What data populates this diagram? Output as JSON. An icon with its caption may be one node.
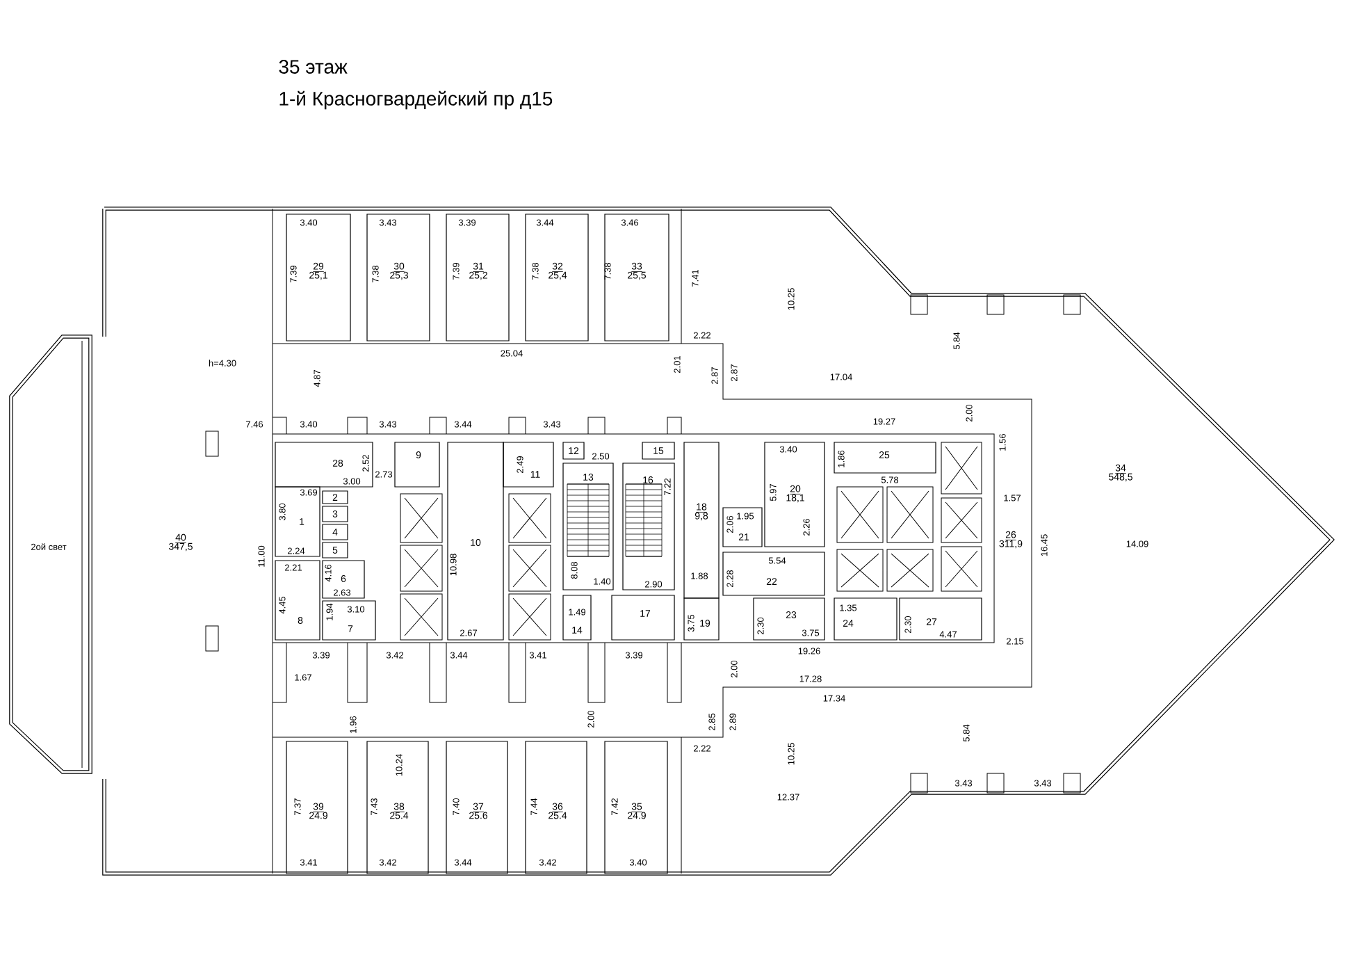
{
  "diagram": {
    "title": "35 этаж",
    "nodes": [
      {
        "text": [
          "29",
          "25,1"
        ]
      },
      {
        "text": [
          "30",
          "25,3"
        ]
      },
      {
        "text": [
          "31",
          "25,2"
        ]
      },
      {
        "text": [
          "32",
          "25,4"
        ]
      },
      {
        "text": [
          "33",
          "25,5"
        ]
      },
      {
        "text": [
          "28"
        ]
      },
      {
        "text": [
          "1"
        ]
      },
      {
        "text": [
          "2"
        ]
      },
      {
        "text": [
          "3"
        ]
      },
      {
        "text": [
          "4"
        ]
      },
      {
        "text": [
          "5"
        ]
      },
      {
        "text": [
          "6"
        ]
      },
      {
        "text": [
          "8"
        ]
      },
      {
        "text": [
          "7"
        ]
      },
      {
        "text": [
          "9"
        ]
      },
      {
        "text": [
          "10"
        ]
      },
      {
        "text": [
          "11"
        ]
      },
      {
        "text": [
          "12"
        ]
      },
      {
        "text": [
          "13"
        ]
      },
      {
        "text": [
          "14"
        ]
      },
      {
        "text": [
          "15"
        ]
      },
      {
        "text": [
          "16"
        ]
      },
      {
        "text": [
          "17"
        ]
      },
      {
        "text": [
          "18",
          "9,8"
        ]
      },
      {
        "text": [
          "19"
        ]
      },
      {
        "text": [
          "21"
        ]
      },
      {
        "text": [
          "20",
          "18,1"
        ]
      },
      {
        "text": [
          "22"
        ]
      },
      {
        "text": [
          "23"
        ]
      },
      {
        "text": [
          "25"
        ]
      },
      {
        "text": [
          "24"
        ]
      },
      {
        "text": [
          "27"
        ]
      },
      {
        "text": [
          "26",
          "311,9"
        ]
      },
      {
        "text": [
          "34",
          "548,5"
        ]
      },
      {
        "text": [
          "40",
          "347,5"
        ]
      },
      {
        "text": [
          "39",
          "24.9"
        ]
      },
      {
        "text": [
          "38",
          "25.4"
        ]
      },
      {
        "text": [
          "37",
          "25.6"
        ]
      },
      {
        "text": [
          "36",
          "25.4"
        ]
      },
      {
        "text": [
          "35",
          "24.9"
        ]
      }
    ],
    "labels": [
      "1-й Красногвардейский пр д15",
      "3.40",
      "3.43",
      "3.39",
      "3.44",
      "3.46",
      "7.39",
      "7.38",
      "7.39",
      "7.38",
      "7.38",
      "7.41",
      "10.25",
      "5.84",
      "2.22",
      "25.04",
      "h=4.30",
      "4.87",
      "2.01",
      "2.87",
      "2.87",
      "17.04",
      "7.46",
      "3.40",
      "3.43",
      "3.44",
      "3.43",
      "19.27",
      "2.00",
      "2.52",
      "2.73",
      "3.00",
      "3.69",
      "3.80",
      "11.00",
      "2.24",
      "2.21",
      "4.16",
      "2.63",
      "4.45",
      "1.94",
      "3.10",
      "10.98",
      "2.49",
      "2.50",
      "7.22",
      "8.08",
      "1.40",
      "2.90",
      "1.49",
      "2.67",
      "3.75",
      "3.40",
      "5.97",
      "1.95",
      "2.06",
      "2.26",
      "5.54",
      "1.88",
      "2.28",
      "2.30",
      "3.75",
      "19.26",
      "1.86",
      "5.78",
      "1.56",
      "1.57",
      "16.45",
      "14.09",
      "1.35",
      "2.30",
      "4.47",
      "2.15",
      "3.39",
      "3.42",
      "3.44",
      "3.41",
      "3.39",
      "1.67",
      "2.00",
      "17.28",
      "17.34",
      "1.96",
      "2.00",
      "2.85",
      "2.89",
      "2.22",
      "10.24",
      "10.25",
      "5.84",
      "3.43",
      "3.43",
      "12.37",
      "7.37",
      "7.43",
      "7.40",
      "7.44",
      "7.42",
      "3.41",
      "3.42",
      "3.44",
      "3.42",
      "3.40",
      "2ой свет"
    ]
  }
}
